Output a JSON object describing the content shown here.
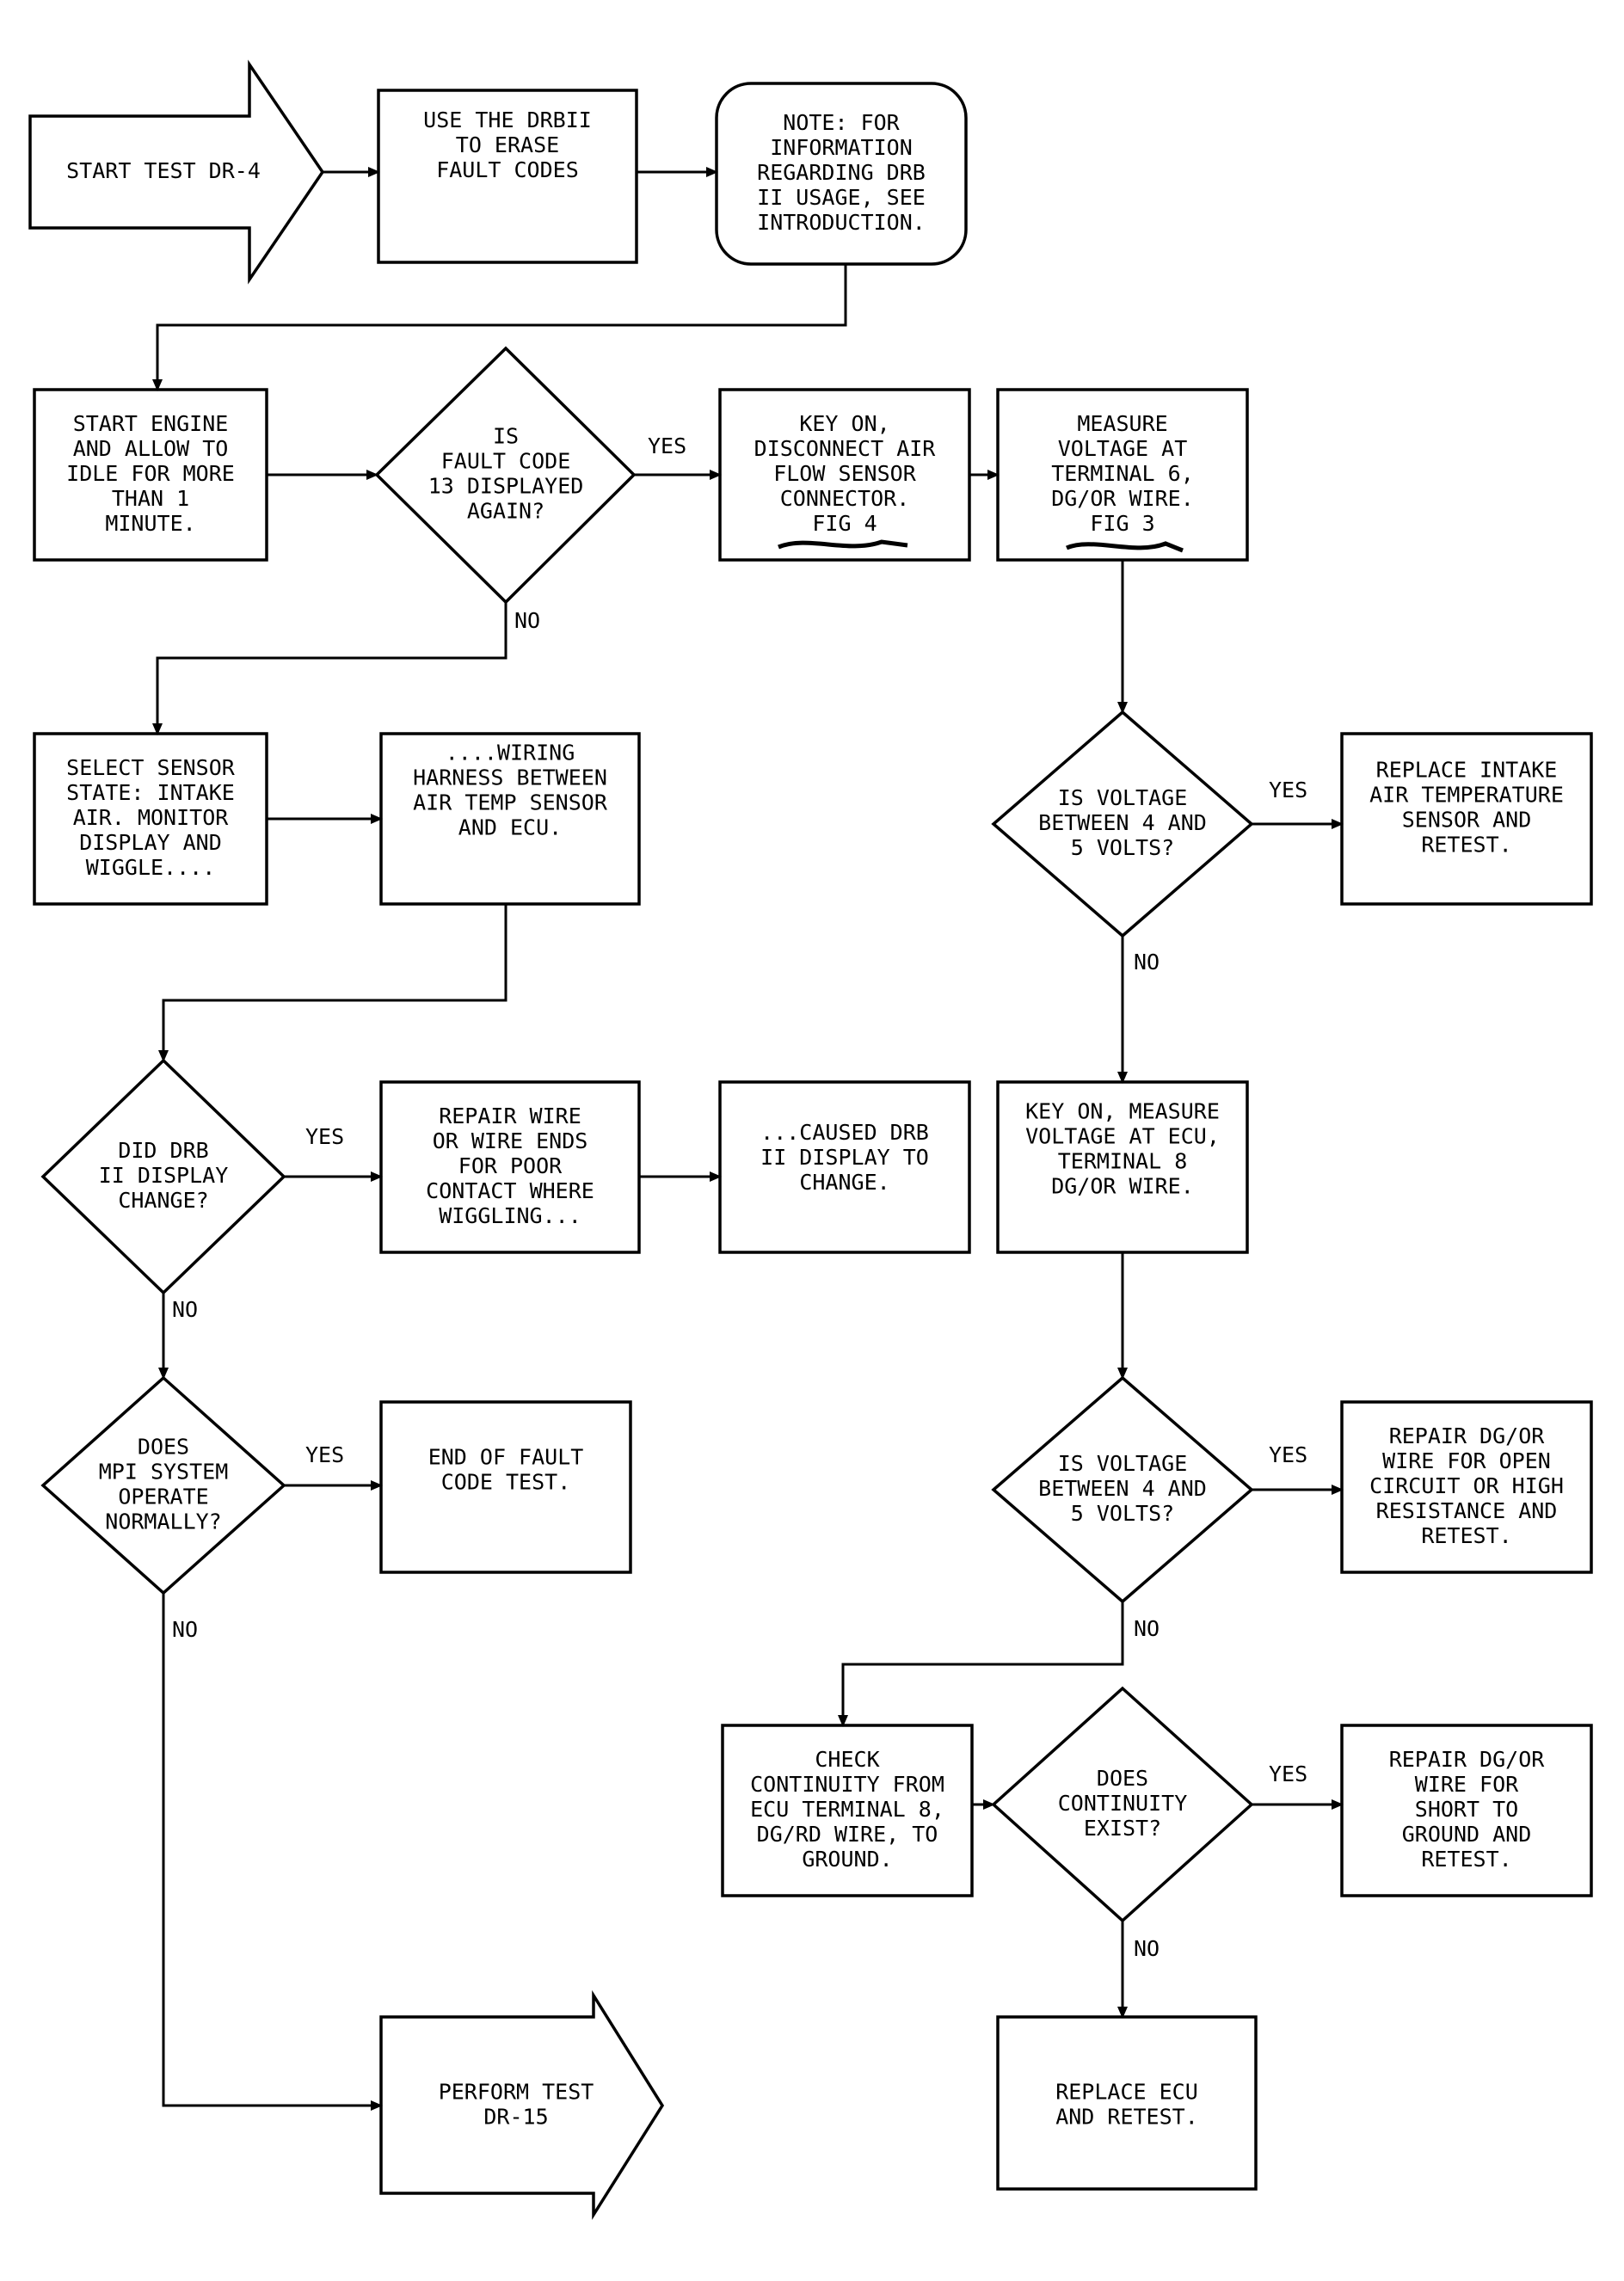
{
  "colors": {
    "ink": "#000000",
    "paper": "#ffffff"
  },
  "nodes": {
    "start_dr4": [
      "START TEST DR-4"
    ],
    "erase": [
      "USE THE DRBII",
      "TO ERASE",
      "FAULT CODES"
    ],
    "note": [
      "NOTE: FOR",
      "INFORMATION",
      "REGARDING DRB",
      "II USAGE, SEE",
      "INTRODUCTION."
    ],
    "start_engine": [
      "START ENGINE",
      "AND ALLOW TO",
      "IDLE FOR MORE",
      "THAN 1",
      "MINUTE."
    ],
    "fault13": [
      "IS",
      "FAULT CODE",
      "13 DISPLAYED",
      "AGAIN?"
    ],
    "key_on": [
      "KEY ON,",
      "DISCONNECT AIR",
      "FLOW SENSOR",
      "CONNECTOR.",
      "FIG 4"
    ],
    "measure6": [
      "MEASURE",
      "VOLTAGE AT",
      "TERMINAL 6,",
      "DG/OR WIRE.",
      "FIG 3"
    ],
    "select_sensor": [
      "SELECT SENSOR",
      "STATE: INTAKE",
      "AIR. MONITOR",
      "DISPLAY AND",
      "WIGGLE...."
    ],
    "wiring": [
      "....WIRING",
      "HARNESS BETWEEN",
      "AIR TEMP SENSOR",
      "AND ECU."
    ],
    "volt_q1": [
      "IS VOLTAGE",
      "BETWEEN 4 AND",
      "5 VOLTS?"
    ],
    "replace_intake": [
      "REPLACE INTAKE",
      "AIR TEMPERATURE",
      "SENSOR AND",
      "RETEST."
    ],
    "drb_change": [
      "DID DRB",
      "II DISPLAY",
      "CHANGE?"
    ],
    "repair_wire": [
      "REPAIR WIRE",
      "OR WIRE ENDS",
      "FOR POOR",
      "CONTACT WHERE",
      "WIGGLING..."
    ],
    "caused": [
      "...CAUSED DRB",
      "II DISPLAY TO",
      "CHANGE."
    ],
    "ecu_key_on": [
      "KEY ON, MEASURE",
      "VOLTAGE AT ECU,",
      "TERMINAL 8",
      "DG/OR WIRE."
    ],
    "mpi": [
      "DOES",
      "MPI SYSTEM",
      "OPERATE",
      "NORMALLY?"
    ],
    "end_test": [
      "END OF FAULT",
      "CODE TEST."
    ],
    "volt_q2": [
      "IS VOLTAGE",
      "BETWEEN 4 AND",
      "5 VOLTS?"
    ],
    "repair_open": [
      "REPAIR DG/OR",
      "WIRE FOR OPEN",
      "CIRCUIT OR HIGH",
      "RESISTANCE AND",
      "RETEST."
    ],
    "check_cont": [
      "CHECK",
      "CONTINUITY FROM",
      "ECU TERMINAL 8,",
      "DG/RD WIRE, TO",
      "GROUND."
    ],
    "cont_exist": [
      "DOES",
      "CONTINUITY",
      "EXIST?"
    ],
    "repair_short": [
      "REPAIR DG/OR",
      "WIRE FOR",
      "SHORT TO",
      "GROUND AND",
      "RETEST."
    ],
    "replace_ecu": [
      "REPLACE ECU",
      "AND RETEST."
    ],
    "perform_dr15": [
      "PERFORM TEST",
      "DR-15"
    ]
  },
  "edge_labels": {
    "fault13_yes": "YES",
    "fault13_no": "NO",
    "volt1_yes": "YES",
    "volt1_no": "NO",
    "drb_yes": "YES",
    "drb_no": "NO",
    "mpi_yes": "YES",
    "mpi_no": "NO",
    "volt2_yes": "YES",
    "volt2_no": "NO",
    "cont_yes": "YES",
    "cont_no": "NO"
  }
}
